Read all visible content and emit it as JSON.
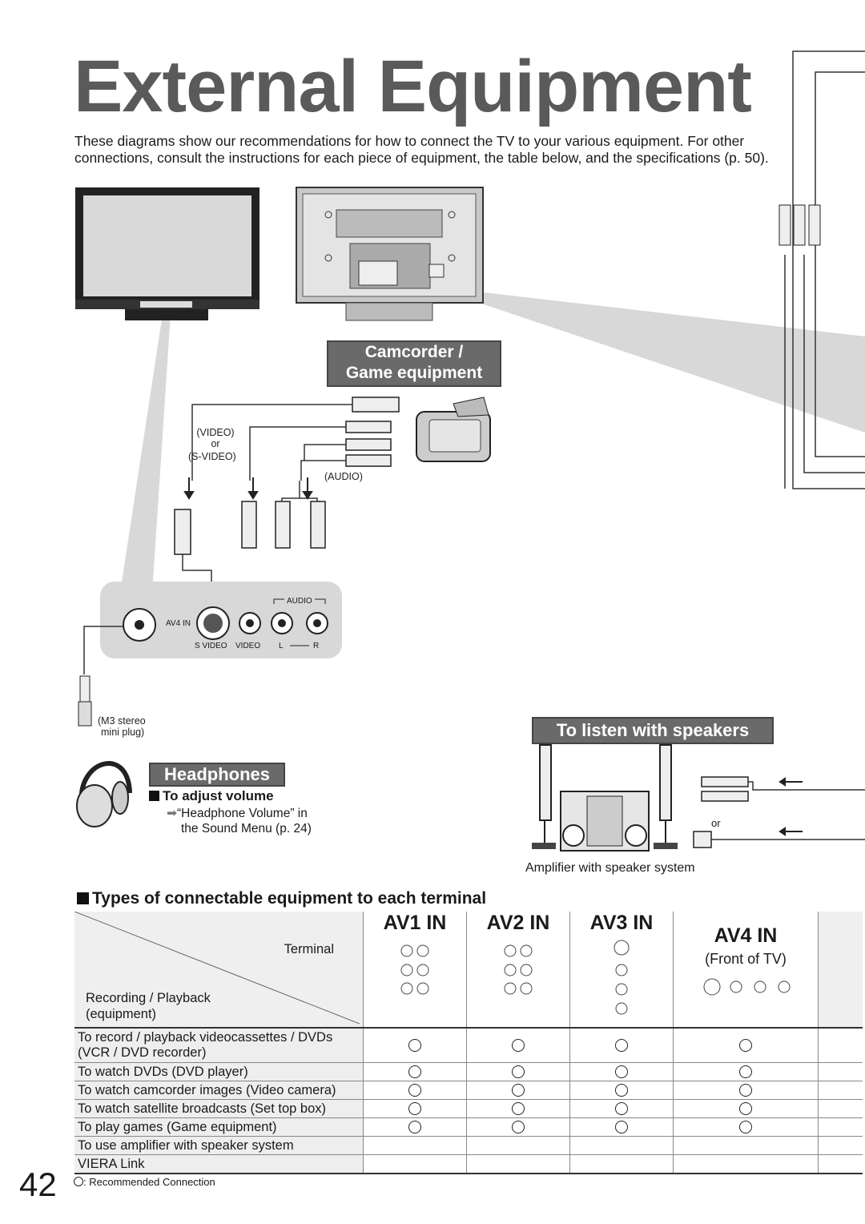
{
  "page": {
    "title": "External Equipment",
    "intro": "These diagrams show our recommendations for how to connect the TV to your various equipment. For other connections, consult the instructions for each piece of equipment, the table below, and the specifications (p. 50).",
    "number": "42"
  },
  "diagram": {
    "camcorder_label_line1": "Camcorder /",
    "camcorder_label_line2": "Game equipment",
    "video_label": "(VIDEO)",
    "or_label": "or",
    "svideo_label": "(S-VIDEO)",
    "audio_label": "(AUDIO)",
    "panel": {
      "av4_in": "AV4 IN",
      "audio": "AUDIO",
      "s_video": "S VIDEO",
      "video": "VIDEO",
      "l": "L",
      "r": "R"
    },
    "plug_label_line1": "(M3 stereo",
    "plug_label_line2": "mini plug)"
  },
  "headphones": {
    "label": "Headphones",
    "adjust_title": "To adjust volume",
    "adjust_text_line1": "“Headphone Volume” in",
    "adjust_text_line2": "the Sound Menu (p. 24)"
  },
  "speakers": {
    "label": "To listen with speakers",
    "or_label": "or",
    "caption": "Amplifier with speaker system"
  },
  "table": {
    "heading": "Types of connectable equipment to each terminal",
    "terminal_label": "Terminal",
    "recording_label_line1": "Recording / Playback",
    "recording_label_line2": "(equipment)",
    "columns": [
      "AV1 IN",
      "AV2 IN",
      "AV3 IN",
      "AV4 IN"
    ],
    "av4_sub": "(Front of TV)",
    "rows": [
      {
        "label_line1": "To record / playback videocassettes / DVDs",
        "label_line2": "(VCR / DVD recorder)",
        "marks": [
          true,
          true,
          true,
          true
        ]
      },
      {
        "label_line1": "To watch DVDs (DVD player)",
        "marks": [
          true,
          true,
          true,
          true
        ]
      },
      {
        "label_line1": "To watch camcorder images (Video camera)",
        "marks": [
          true,
          true,
          true,
          true
        ]
      },
      {
        "label_line1": "To watch satellite broadcasts (Set top box)",
        "marks": [
          true,
          true,
          true,
          true
        ]
      },
      {
        "label_line1": "To play games (Game equipment)",
        "marks": [
          true,
          true,
          true,
          true
        ]
      },
      {
        "label_line1": "To use amplifier with speaker system",
        "marks": [
          false,
          false,
          false,
          false
        ]
      },
      {
        "label_line1": "VIERA Link",
        "marks": [
          false,
          false,
          false,
          false
        ]
      }
    ],
    "footnote": ": Recommended Connection"
  }
}
